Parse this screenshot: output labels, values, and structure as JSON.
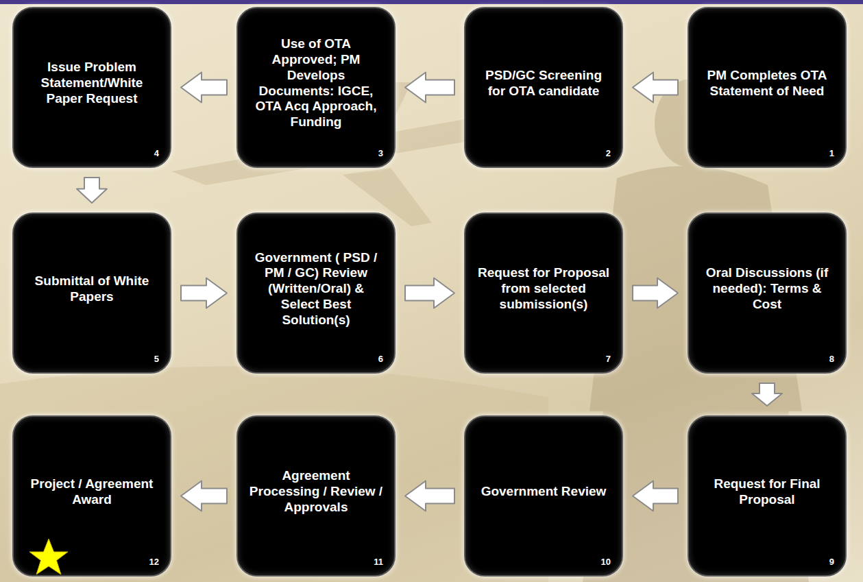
{
  "diagram": {
    "nodes": [
      {
        "text": [
          "PM Completes OTA Statement of Need",
          "1"
        ]
      },
      {
        "text": [
          "PSD/GC Screening for OTA candidate",
          "2"
        ]
      },
      {
        "text": [
          "Use of OTA Approved; PM Develops Documents: IGCE, OTA Acq Approach, Funding",
          "3"
        ]
      },
      {
        "text": [
          "Issue Problem Statement/White Paper Request",
          "4"
        ]
      },
      {
        "text": [
          "Submittal of White Papers",
          "5"
        ]
      },
      {
        "text": [
          "Government ( PSD / PM / GC) Review (Written/Oral) & Select Best Solution(s)",
          "6"
        ]
      },
      {
        "text": [
          "Request for Proposal from selected submission(s)",
          "7"
        ]
      },
      {
        "text": [
          "Oral Discussions (if needed): Terms & Cost",
          "8"
        ]
      },
      {
        "text": [
          "Request for Final Proposal",
          "9"
        ]
      },
      {
        "text": [
          "Government Review",
          "10"
        ]
      },
      {
        "text": [
          "Agreement Processing / Review / Approvals",
          "11"
        ]
      },
      {
        "text": [
          "Project / Agreement Award",
          "12"
        ]
      }
    ],
    "edges": [
      {
        "from": 0,
        "to": 1,
        "arrow": "to"
      },
      {
        "from": 1,
        "to": 2,
        "arrow": "to"
      },
      {
        "from": 2,
        "to": 3,
        "arrow": "to"
      },
      {
        "from": 3,
        "to": 4,
        "arrow": "to"
      },
      {
        "from": 4,
        "to": 5,
        "arrow": "to"
      },
      {
        "from": 5,
        "to": 6,
        "arrow": "to"
      },
      {
        "from": 6,
        "to": 7,
        "arrow": "to"
      },
      {
        "from": 7,
        "to": 8,
        "arrow": "to"
      },
      {
        "from": 8,
        "to": 9,
        "arrow": "to"
      },
      {
        "from": 9,
        "to": 10,
        "arrow": "to"
      },
      {
        "from": 10,
        "to": 11,
        "arrow": "to"
      }
    ]
  }
}
